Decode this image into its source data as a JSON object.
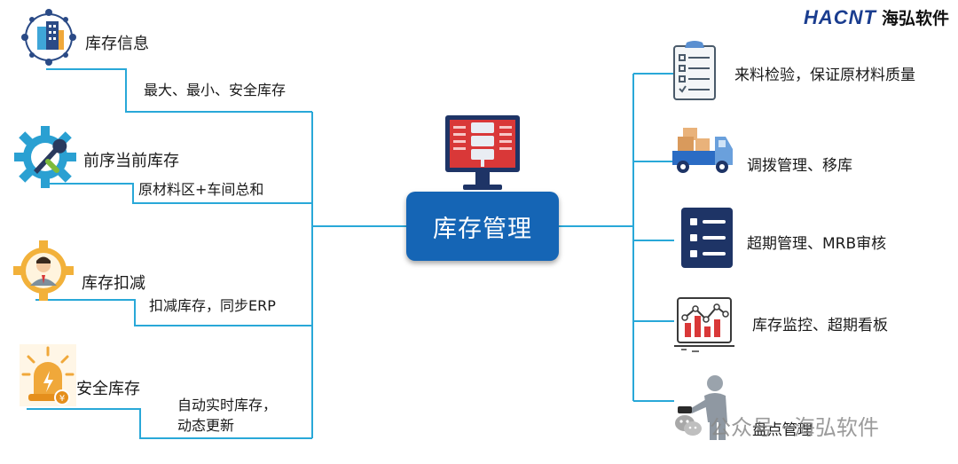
{
  "brand": {
    "logo": "HACNT",
    "name": "海弘软件"
  },
  "center": {
    "title": "库存管理",
    "icon": "server-monitor-icon"
  },
  "left_branches": [
    {
      "title": "库存信息",
      "subtitle_lines": [
        "最大、最小、安全库存"
      ],
      "icon": "building-network-icon"
    },
    {
      "title": "前序当前库存",
      "subtitle_lines": [
        "原材料区+车间总和"
      ],
      "icon": "gear-wrench-icon"
    },
    {
      "title": "库存扣减",
      "subtitle_lines": [
        "扣减库存，同步ERP"
      ],
      "icon": "person-gear-icon"
    },
    {
      "title": "安全库存",
      "subtitle_lines": [
        "自动实时库存，",
        "动态更新"
      ],
      "icon": "alarm-light-icon"
    }
  ],
  "right_branches": [
    {
      "title": "来料检验，保证原材料质量",
      "icon": "clipboard-checklist-icon"
    },
    {
      "title": "调拨管理、移库",
      "icon": "delivery-truck-icon"
    },
    {
      "title": "超期管理、MRB审核",
      "icon": "list-icon"
    },
    {
      "title": "库存监控、超期看板",
      "icon": "bar-chart-board-icon"
    },
    {
      "title": "盘点管理",
      "icon": "person-scanner-icon"
    }
  ],
  "watermark": {
    "text": "公众号 · 海弘软件",
    "icon": "wechat-icon"
  },
  "colors": {
    "accent": "#1565b5",
    "line": "#29a8d8",
    "dark_navy": "#1e3466",
    "red": "#d93838"
  }
}
